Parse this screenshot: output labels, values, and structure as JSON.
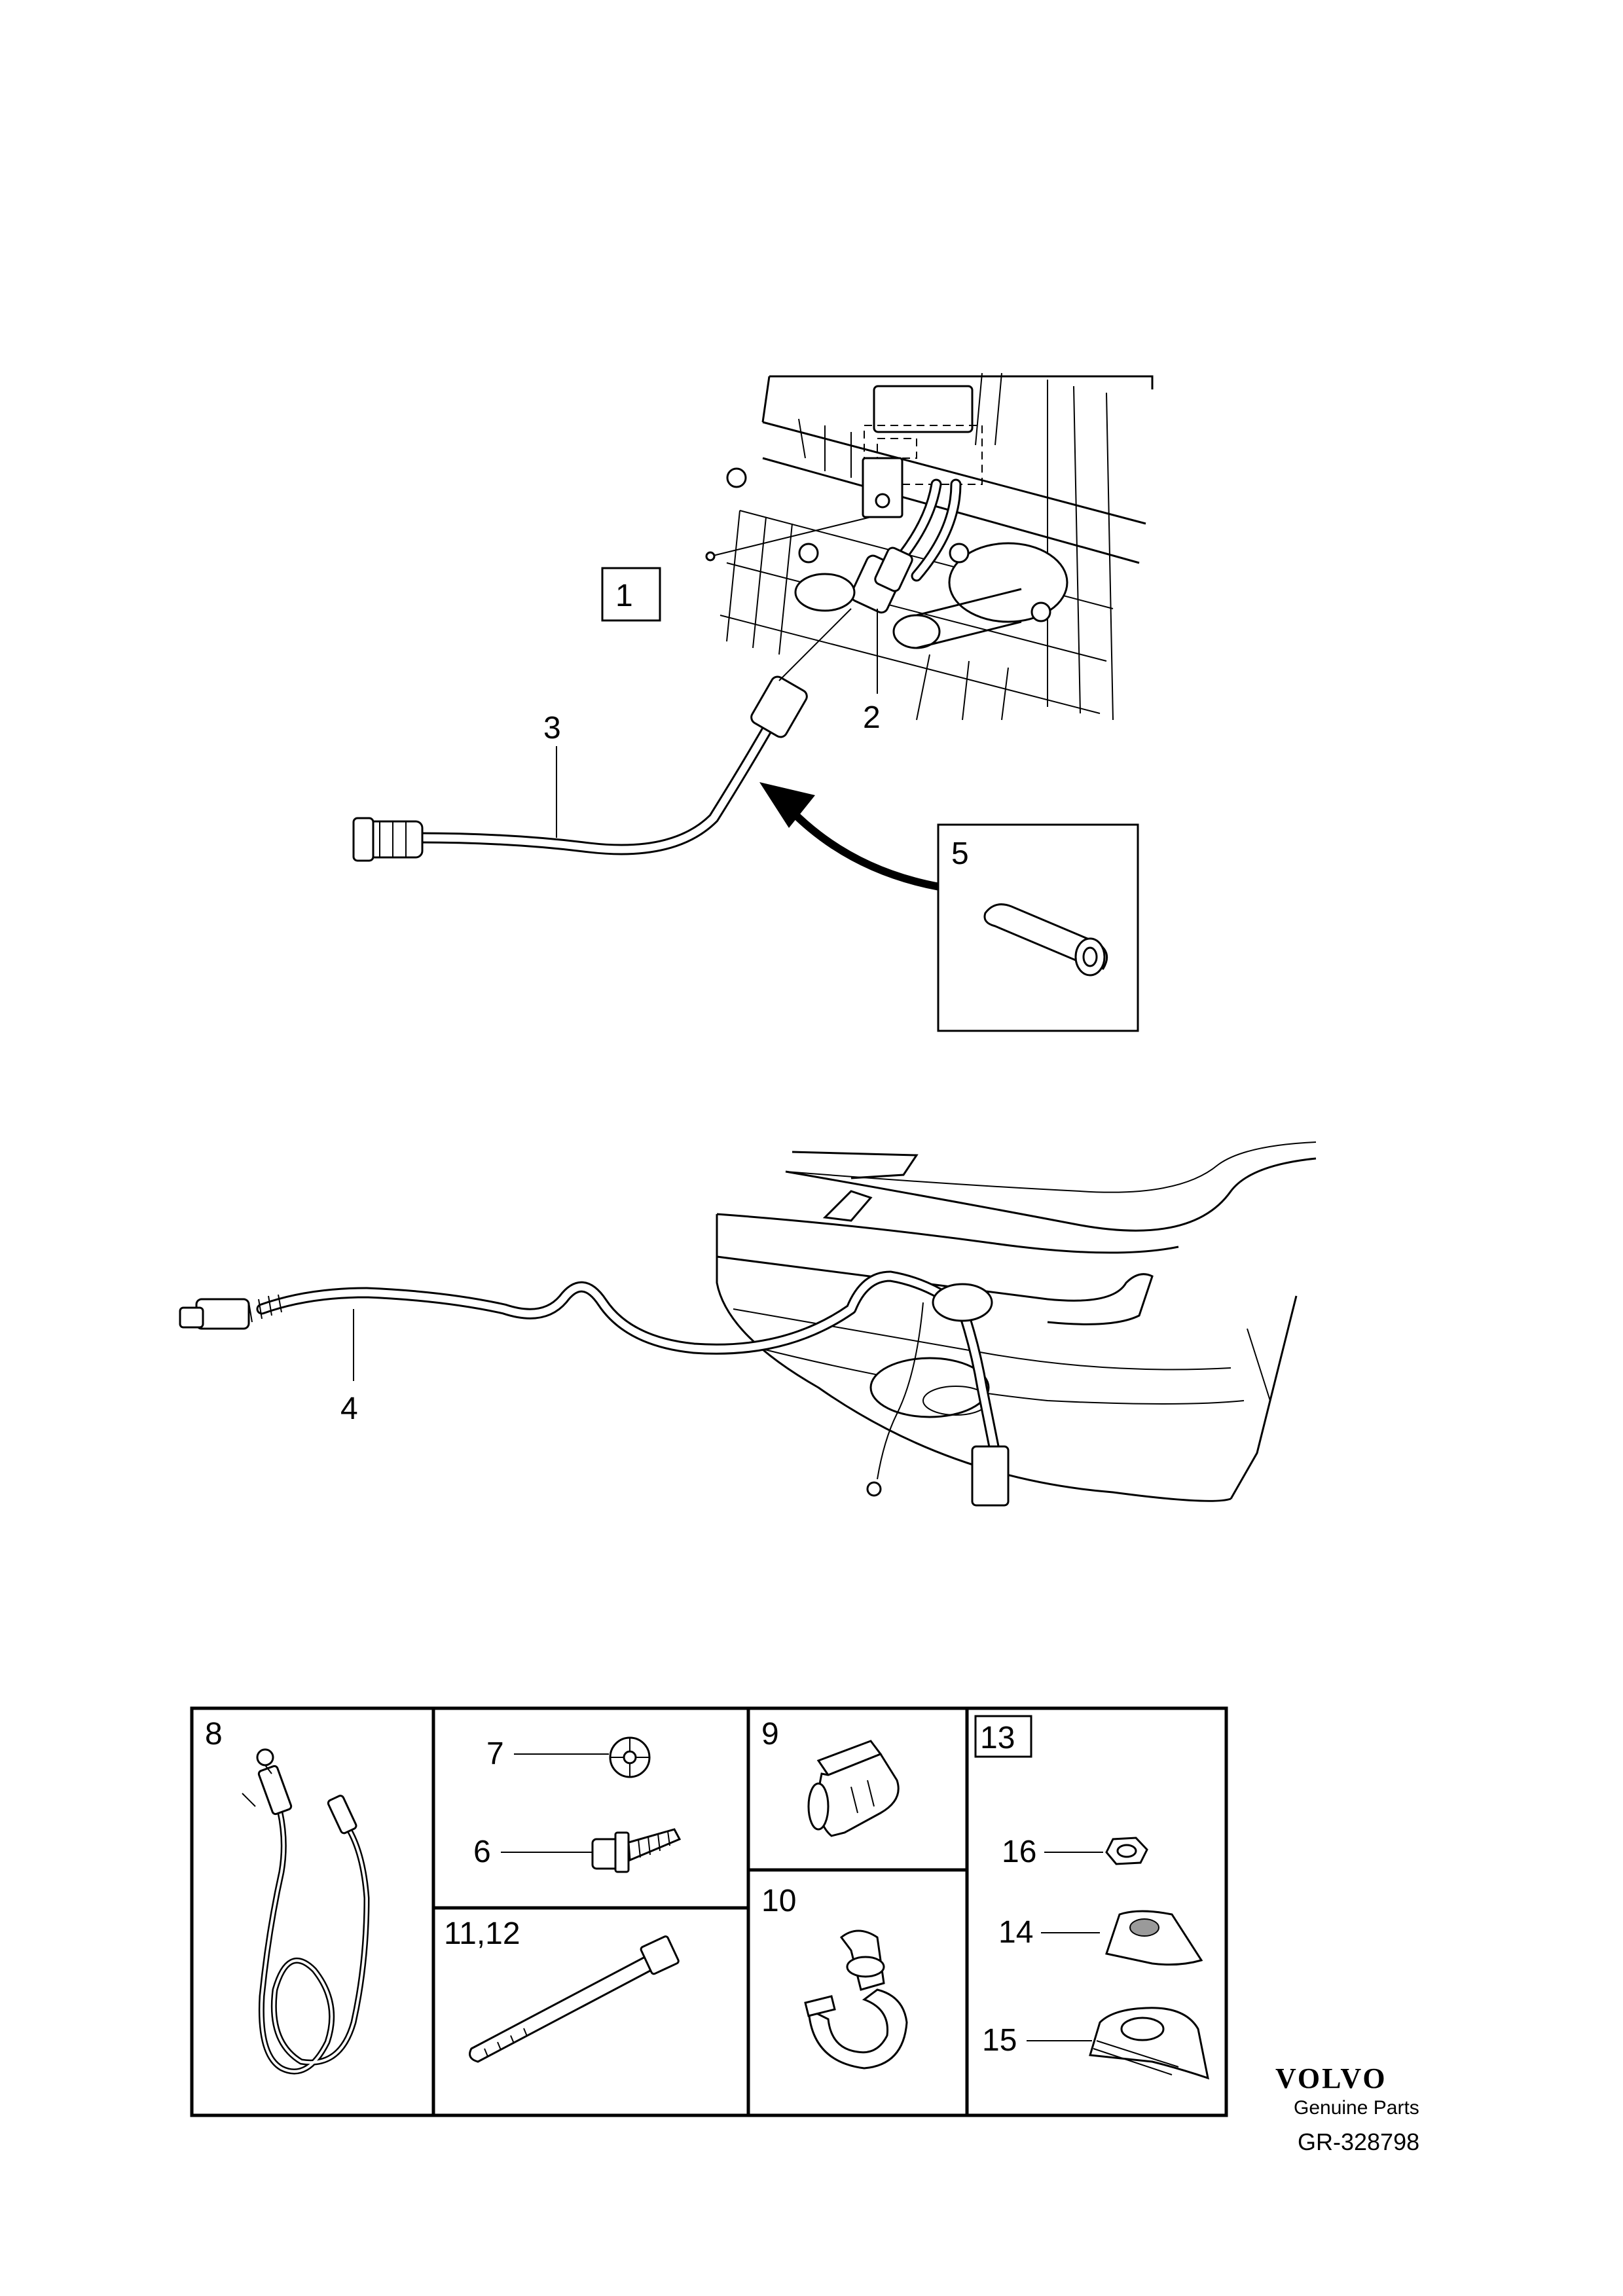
{
  "callouts": {
    "c1": "1",
    "c2": "2",
    "c3": "3",
    "c4": "4",
    "c5": "5",
    "c6": "6",
    "c7": "7",
    "c8": "8",
    "c9": "9",
    "c10": "10",
    "c11_12": "11,12",
    "c13": "13",
    "c14": "14",
    "c15": "15",
    "c16": "16"
  },
  "footer": {
    "brand": "VOLVO",
    "subtitle": "Genuine Parts",
    "reference": "GR-328798"
  }
}
